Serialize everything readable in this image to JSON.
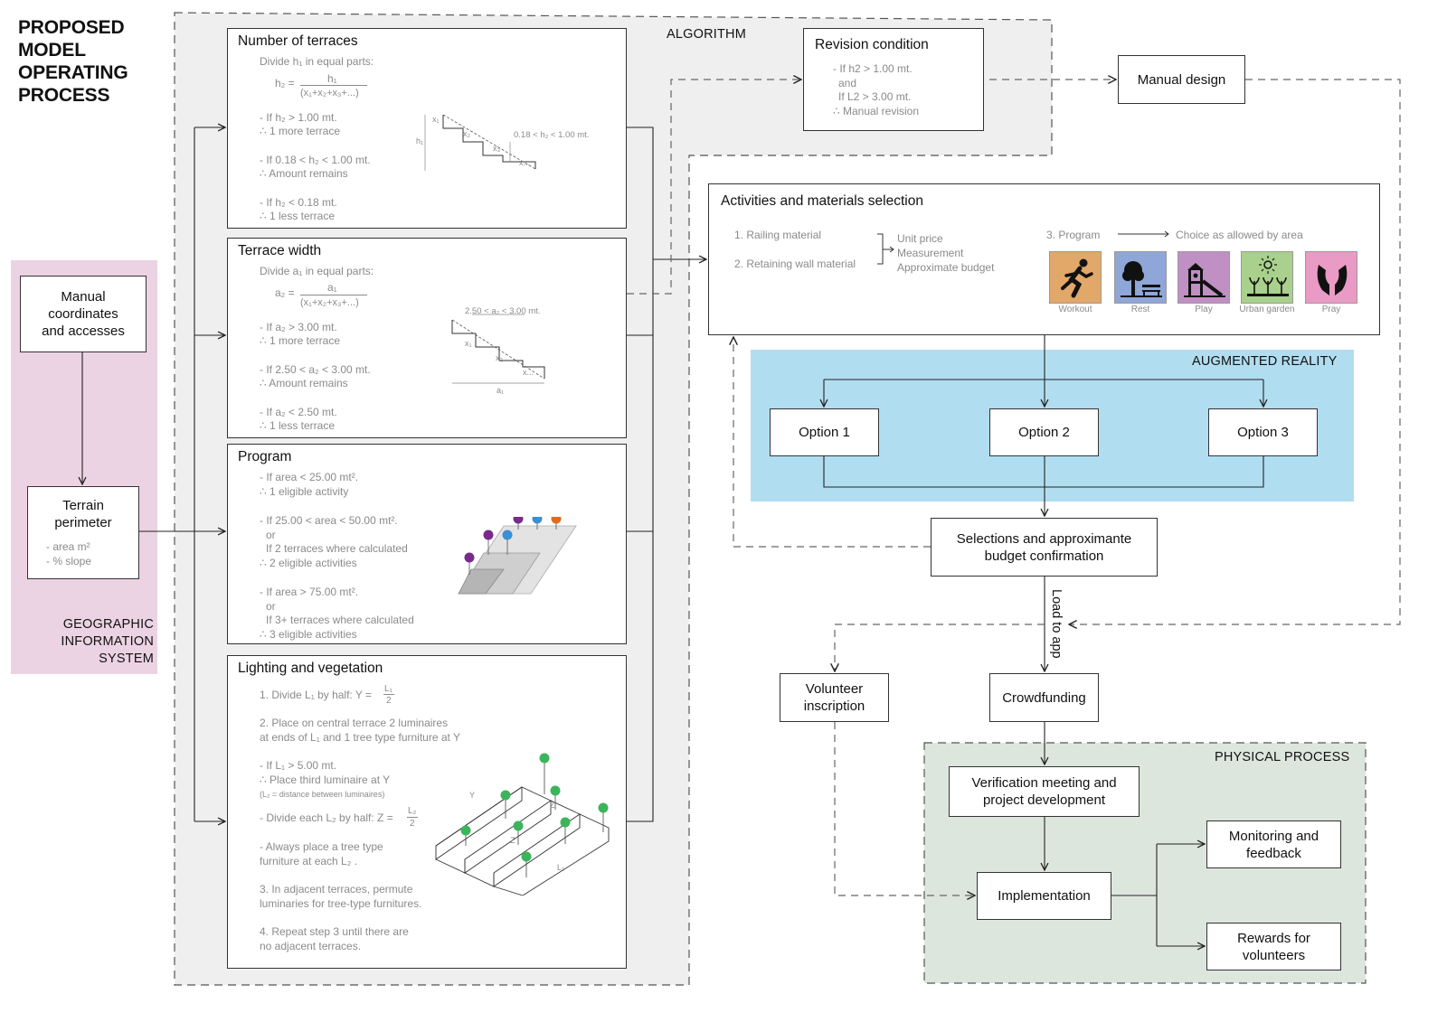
{
  "main_title": "PROPOSED\nMODEL\nOPERATING\nPROCESS",
  "regions": {
    "algorithm": "ALGORITHM",
    "augmented_reality": "AUGMENTED REALITY",
    "physical_process": "PHYSICAL PROCESS",
    "gis": "GEOGRAPHIC\nINFORMATION\nSYSTEM"
  },
  "gis": {
    "manual_coordinates": "Manual\ncoordinates\nand accesses",
    "terrain_perimeter": "Terrain\nperimeter",
    "terrain_details": [
      "- area m²",
      "- % slope"
    ]
  },
  "panels": {
    "terraces": {
      "title": "Number of terraces",
      "lines": [
        "Divide h₁ in equal parts:",
        "h₂ =",
        "h₁",
        "(x₁+x₂+x₃+...)",
        "- If h₂ > 1.00 mt.",
        "∴ 1 more terrace",
        "- If 0.18 < h₂ < 1.00 mt.",
        "∴ Amount remains",
        "- If h₂ < 0.18 mt.",
        "∴ 1 less terrace"
      ],
      "diagram_labels": [
        "x₁",
        "x₂",
        "x₃",
        "x...",
        "h₁",
        "0.18 < h₂ < 1.00 mt."
      ]
    },
    "width": {
      "title": "Terrace width",
      "lines": [
        "Divide a₁ in equal parts:",
        "a₂ =",
        "a₁",
        "(x₁+x₂+x₃+...)",
        "- If a₂ > 3.00 mt.",
        "∴ 1 more terrace",
        "- If 2.50 < a₂ < 3.00 mt.",
        "∴ Amount remains",
        "- If a₂ < 2.50 mt.",
        "∴ 1 less terrace"
      ],
      "diagram_labels": [
        "2.50 < a₂ < 3.00 mt.",
        "x₁",
        "x₂",
        "x...",
        "a₁"
      ]
    },
    "program": {
      "title": "Program",
      "lines": [
        "- If area < 25.00 mt².",
        "∴ 1 eligible activity",
        "- If 25.00 < area < 50.00 mt².",
        "or",
        "If 2 terraces where calculated",
        "∴ 2 eligible activities",
        "- If area > 75.00 mt².",
        "or",
        "If 3+ terraces where calculated",
        "∴ 3 eligible activities"
      ]
    },
    "lighting": {
      "title": "Lighting and vegetation",
      "lines": [
        "1. Divide L₁ by half:  Y =",
        "L₁",
        "2",
        "2. Place on central terrace 2 luminaires",
        "at ends of L₁ and 1 tree type furniture at Y",
        "- If L₁ > 5.00 mt.",
        "∴ Place third luminaire at Y",
        "(L₂ = distance between luminaires)",
        "- Divide each L₂ by half:  Z =",
        "L₂",
        "2",
        "- Always place a tree type",
        "furniture at each L₂ .",
        "3. In adjacent terraces, permute",
        "luminaries for tree-type furnitures.",
        "4. Repeat step 3 until there are",
        "no adjacent terraces."
      ],
      "diagram_labels": [
        "Y",
        "Z",
        "Z",
        "L₁"
      ]
    }
  },
  "revision": {
    "title": "Revision condition",
    "lines": [
      "- If h2 > 1.00 mt.",
      "and",
      "If L2 > 3.00 mt.",
      "∴ Manual revision"
    ]
  },
  "manual_design": "Manual design",
  "activities": {
    "title": "Activities and materials selection",
    "items": [
      "1. Railing material",
      "2. Retaining wall material"
    ],
    "outputs": [
      "Unit price",
      "Measurement",
      "Approximate budget"
    ],
    "program_label": "3. Program",
    "choice_label": "Choice as allowed by area",
    "icons": [
      {
        "label": "Workout",
        "color": "#e2a86a",
        "icon": "runner-icon"
      },
      {
        "label": "Rest",
        "color": "#8fa6d8",
        "icon": "tree-bench-icon"
      },
      {
        "label": "Play",
        "color": "#c08fc4",
        "icon": "playground-icon"
      },
      {
        "label": "Urban garden",
        "color": "#a9d08c",
        "icon": "garden-icon"
      },
      {
        "label": "Pray",
        "color": "#ea9bc5",
        "icon": "praying-hands-icon"
      }
    ]
  },
  "options": [
    "Option 1",
    "Option 2",
    "Option 3"
  ],
  "confirmation": "Selections and approximante\nbudget confirmation",
  "load_to_app": "Load to app",
  "volunteer": "Volunteer\ninscription",
  "crowdfunding": "Crowdfunding",
  "verification": "Verification meeting and\nproject development",
  "implementation": "Implementation",
  "monitoring": "Monitoring and\nfeedback",
  "rewards": "Rewards for\nvolunteers",
  "colors": {
    "algorithm_bg": "#efefef",
    "gis_bg": "#ecd3e3",
    "ar_bg": "#b1ddf1",
    "physical_bg": "#dde6dd",
    "dot_purple": "#7a2a8c",
    "dot_blue": "#3a8fd6",
    "dot_orange": "#e36a1c",
    "dot_green": "#3cb45c"
  }
}
